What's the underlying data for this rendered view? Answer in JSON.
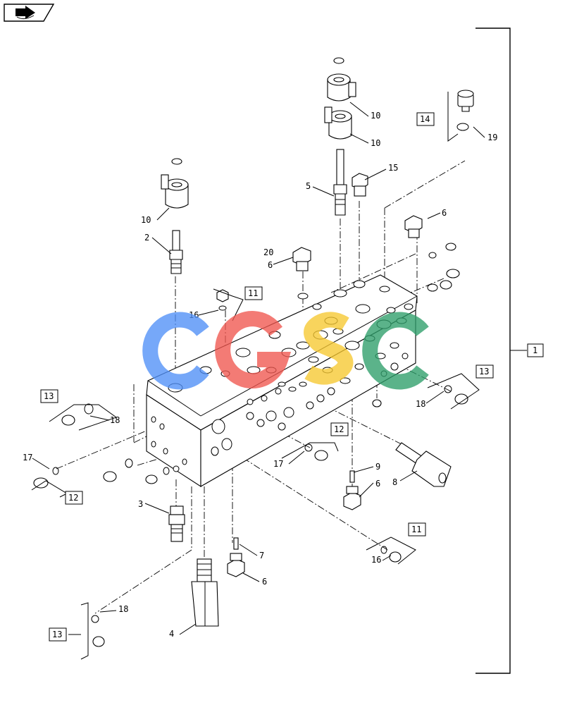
{
  "watermark": {
    "letters": [
      "C",
      "G",
      "S",
      "C"
    ],
    "colors": [
      "#4f8ff7",
      "#f0574f",
      "#f7c830",
      "#2e9e6a"
    ]
  },
  "header": {
    "icon": "book-arrow-icon"
  },
  "callouts": {
    "c1": "1",
    "c2": "2",
    "c3": "3",
    "c4": "4",
    "c5": "5",
    "c6a": "6",
    "c6b": "6",
    "c6c": "6",
    "c6d": "6",
    "c7": "7",
    "c8": "8",
    "c9": "9",
    "c10a": "10",
    "c10b": "10",
    "c10c": "10",
    "c11a": "11",
    "c11b": "11",
    "c12a": "12",
    "c12b": "12",
    "c13a": "13",
    "c13b": "13",
    "c13c": "13",
    "c14": "14",
    "c15": "15",
    "c16a": "16",
    "c16b": "16",
    "c17a": "17",
    "c17b": "17",
    "c18a": "18",
    "c18b": "18",
    "c18c": "18",
    "c19": "19",
    "c20": "20"
  }
}
